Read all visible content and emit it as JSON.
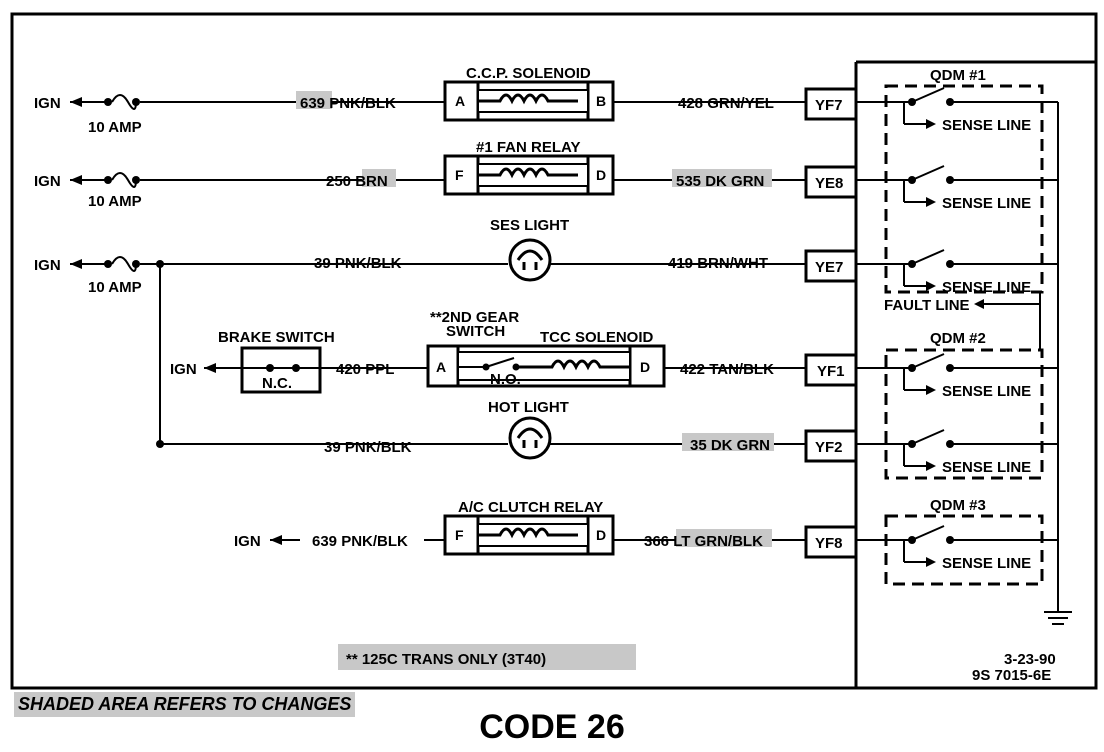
{
  "circuits": {
    "ccp": {
      "component": "C.C.P. SOLENOID",
      "pin_left": "A",
      "pin_right": "B",
      "source": "IGN",
      "fuse": "10 AMP",
      "wire_in": "639 PNK/BLK",
      "wire_out": "428 GRN/YEL",
      "connector": "YF7"
    },
    "fan": {
      "component": "#1 FAN RELAY",
      "pin_left": "F",
      "pin_right": "D",
      "source": "IGN",
      "fuse": "10 AMP",
      "wire_in": "250 BRN",
      "wire_out": "535 DK GRN",
      "connector": "YE8"
    },
    "ses": {
      "component": "SES LIGHT",
      "source": "IGN",
      "fuse": "10 AMP",
      "wire_in": "39 PNK/BLK",
      "wire_out": "419 BRN/WHT",
      "connector": "YE7"
    },
    "tcc": {
      "brake_switch": "BRAKE SWITCH",
      "brake_nc": "N.C.",
      "source": "IGN",
      "wire_in": "420 PPL",
      "gear_switch": "**2ND GEAR\nSWITCH",
      "component": "TCC SOLENOID",
      "no": "N.O.",
      "pin_left": "A",
      "pin_right": "D",
      "wire_out": "422 TAN/BLK",
      "connector": "YF1"
    },
    "hot": {
      "component": "HOT LIGHT",
      "wire_in": "39 PNK/BLK",
      "wire_out": "35 DK GRN",
      "connector": "YF2"
    },
    "ac": {
      "component": "A/C CLUTCH RELAY",
      "pin_left": "F",
      "pin_right": "D",
      "source": "IGN",
      "wire_in": "639 PNK/BLK",
      "wire_out": "366 LT GRN/BLK",
      "connector": "YF8"
    }
  },
  "qdm": {
    "qdm1": "QDM #1",
    "qdm2": "QDM #2",
    "qdm3": "QDM #3",
    "sense_line": "SENSE LINE",
    "fault_line": "FAULT LINE"
  },
  "notes": {
    "trans_only": "** 125C TRANS ONLY (3T40)",
    "date": "3-23-90",
    "ref": "9S 7015-6E",
    "shaded_note": "SHADED AREA REFERS TO CHANGES",
    "code": "CODE 26"
  }
}
